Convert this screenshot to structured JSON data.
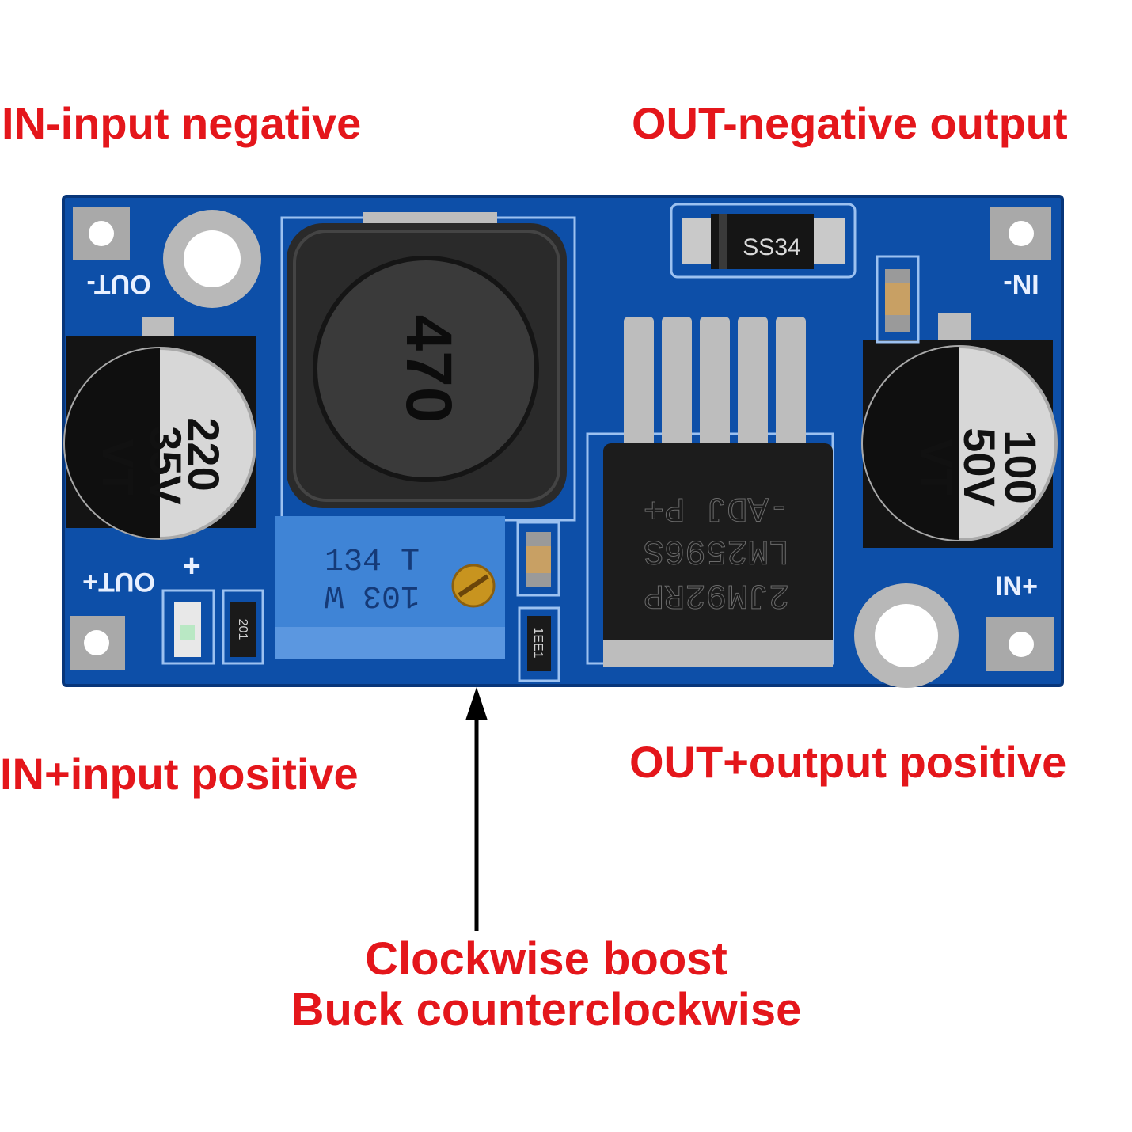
{
  "labels": {
    "in_negative": "IN-input negative",
    "out_negative": "OUT-negative output",
    "in_positive": "IN+input positive",
    "out_positive": "OUT+output positive"
  },
  "instruction": {
    "line1": "Clockwise boost",
    "line2": "Buck counterclockwise"
  },
  "board": {
    "silk_out_minus": "OUT-",
    "silk_in_minus": "IN-",
    "silk_out_plus": "OUT+",
    "silk_in_plus": "IN+",
    "silk_plus": "+",
    "diode": "SS34",
    "inductor": "470",
    "cap_left_value": "220",
    "cap_left_voltage": "35V",
    "cap_left_series": "VT",
    "cap_right_value": "100",
    "cap_right_voltage": "50V",
    "cap_right_series": "VT",
    "pot_line1": "134 T",
    "pot_line2": "103 W",
    "ic_line1": "2JM92RP",
    "ic_line2": "LM2596S",
    "ic_line3": "-ADJ P+",
    "resistor_left": "201",
    "resistor_right": "1EE1"
  },
  "colors": {
    "label_red": "#e4161b",
    "pcb_blue": "#0d4fa8",
    "pot_blue": "#3f84d6"
  }
}
